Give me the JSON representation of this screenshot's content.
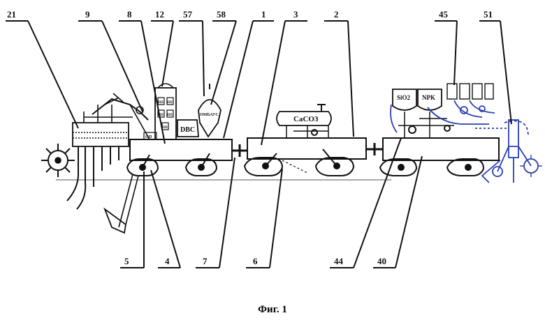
{
  "figure": {
    "caption": "Фиг. 1",
    "unit_labels": {
      "tank_lime": "CaCO3",
      "tank_lime_sub": "3",
      "hopper_sio2": "SiO2",
      "hopper_npk": "NPK",
      "bag_dbc": "DBC",
      "sprayer_label": "ОМБАУС",
      "bin_a1": "ПП",
      "bin_a2": "ПП",
      "bin_a3": "ПП",
      "bin_b1": "ПП",
      "bin_b2": "ПП",
      "frame_label": "ОП"
    },
    "callouts": [
      {
        "id": "21",
        "label": "21"
      },
      {
        "id": "9",
        "label": "9"
      },
      {
        "id": "8",
        "label": "8"
      },
      {
        "id": "12",
        "label": "12"
      },
      {
        "id": "57",
        "label": "57"
      },
      {
        "id": "58",
        "label": "58"
      },
      {
        "id": "1",
        "label": "1"
      },
      {
        "id": "3",
        "label": "3"
      },
      {
        "id": "2",
        "label": "2"
      },
      {
        "id": "45",
        "label": "45"
      },
      {
        "id": "51",
        "label": "51"
      },
      {
        "id": "5",
        "label": "5"
      },
      {
        "id": "4",
        "label": "4"
      },
      {
        "id": "7",
        "label": "7"
      },
      {
        "id": "6",
        "label": "6"
      },
      {
        "id": "44",
        "label": "44"
      },
      {
        "id": "40",
        "label": "40"
      }
    ],
    "colors": {
      "ink": "#111111",
      "blue_ink": "#2a3fb0"
    }
  }
}
